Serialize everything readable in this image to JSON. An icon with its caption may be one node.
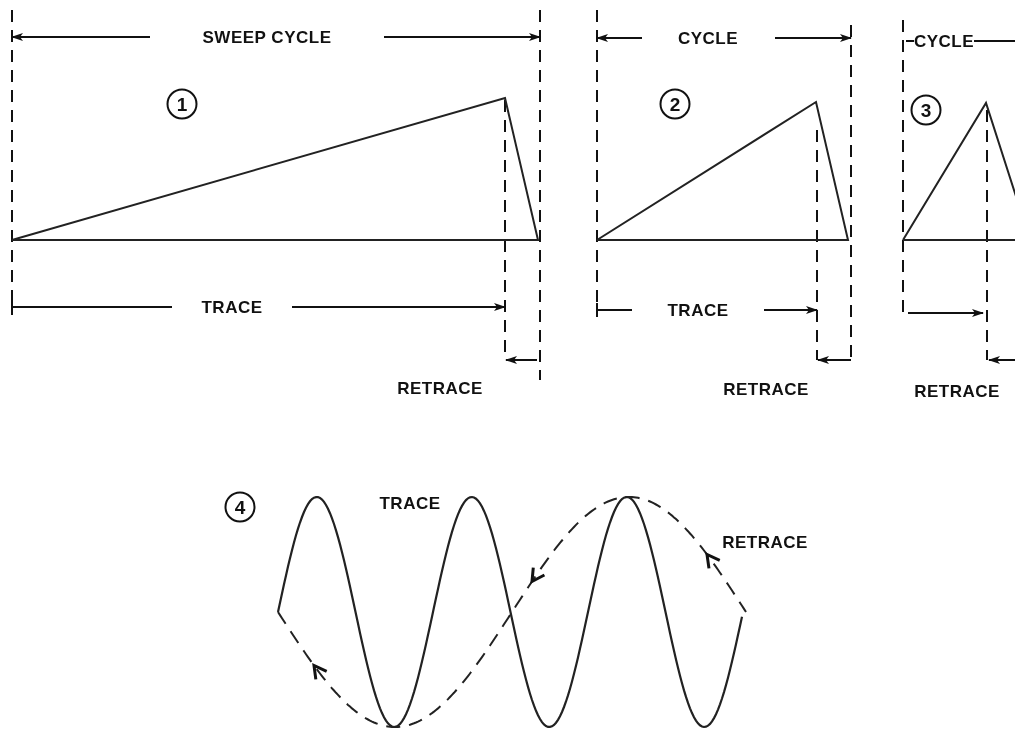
{
  "diagram": {
    "labels": [
      "SWEEP CYCLE",
      "CYCLE",
      "CYCLE",
      "1",
      "2",
      "3",
      "TRACE",
      "TRACE",
      "RETRACE",
      "RETRACE",
      "RETRACE",
      "4",
      "TRACE",
      "RETRACE"
    ]
  }
}
